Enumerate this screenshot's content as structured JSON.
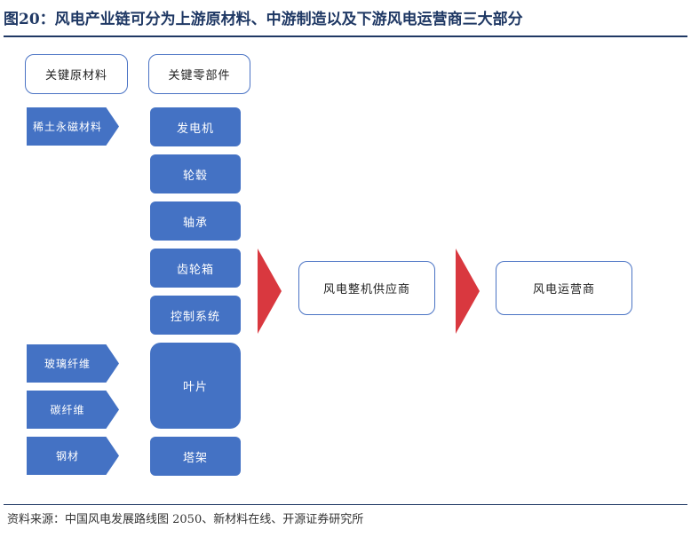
{
  "title": "图20：风电产业链可分为上游原材料、中游制造以及下游风电运营商三大部分",
  "headers": {
    "raw_materials": "关键原材料",
    "components": "关键零部件"
  },
  "raw_materials": [
    "稀土永磁材料",
    "玻璃纤维",
    "碳纤维",
    "钢材"
  ],
  "components": [
    "发电机",
    "轮毂",
    "轴承",
    "齿轮箱",
    "控制系统",
    "叶片",
    "塔架"
  ],
  "midstream": "风电整机供应商",
  "downstream": "风电运营商",
  "source": "资料来源：中国风电发展路线图 2050、新材料在线、开源证券研究所",
  "colors": {
    "title": "#1f3864",
    "box_fill": "#4472c4",
    "arrow": "#d9383f"
  }
}
